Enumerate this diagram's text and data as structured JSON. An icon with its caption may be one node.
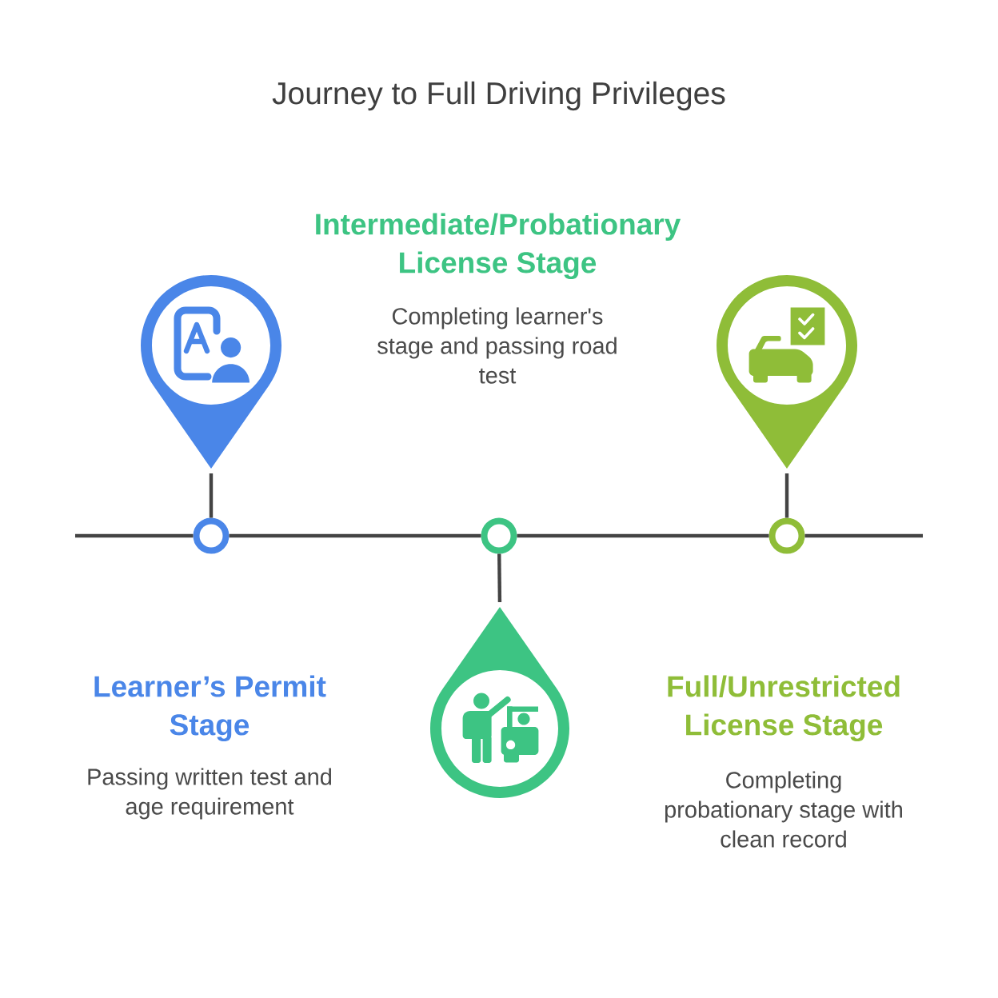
{
  "diagram": {
    "title": "Journey to Full Driving Privileges",
    "nodes": [
      {
        "text": [],
        "shape": "circle",
        "beside": [
          "Learner’s Permit Stage",
          "Passing written test and age requirement"
        ]
      },
      {
        "text": [],
        "shape": "circle",
        "beside": [
          "Intermediate/Probationary License Stage",
          "Completing learner's stage and passing road test"
        ]
      },
      {
        "text": [],
        "shape": "circle",
        "beside": [
          "Full/Unrestricted License Stage",
          "Completing probationary stage with clean record"
        ]
      },
      {
        "text": [],
        "shape": "pin"
      },
      {
        "text": [],
        "shape": "pin"
      },
      {
        "text": [],
        "shape": "pin"
      }
    ],
    "edges": [
      {
        "from": null,
        "to": 0,
        "arrow": "none"
      },
      {
        "from": 0,
        "to": 1,
        "arrow": "none"
      },
      {
        "from": 1,
        "to": 2,
        "arrow": "none"
      },
      {
        "from": 2,
        "to": null,
        "arrow": "none"
      },
      {
        "from": 3,
        "to": 0,
        "arrow": "none"
      },
      {
        "from": 1,
        "to": 4,
        "arrow": "none"
      },
      {
        "from": 5,
        "to": 2,
        "arrow": "none"
      }
    ]
  }
}
